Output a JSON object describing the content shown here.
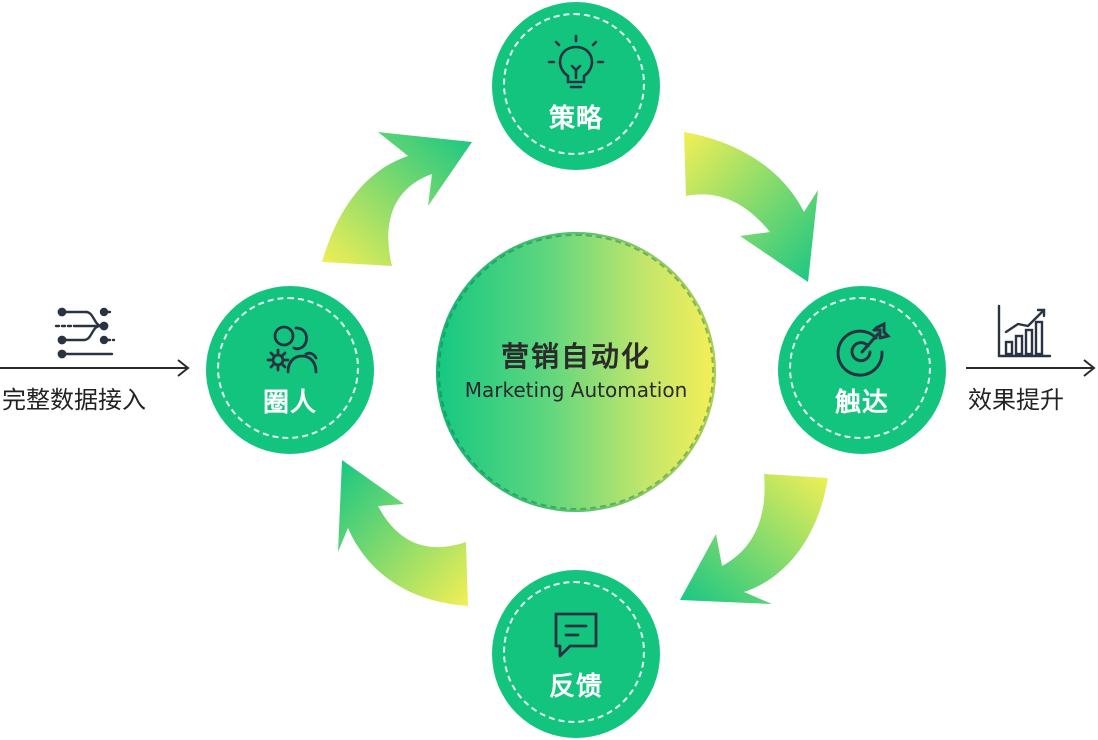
{
  "center": {
    "title": "营销自动化",
    "subtitle": "Marketing Automation"
  },
  "nodes": {
    "strategy": {
      "label": "策略",
      "icon": "lightbulb-icon"
    },
    "reach": {
      "label": "触达",
      "icon": "target-icon"
    },
    "feedback": {
      "label": "反馈",
      "icon": "message-icon"
    },
    "audience": {
      "label": "圈人",
      "icon": "users-icon"
    }
  },
  "input": {
    "label": "完整数据接入",
    "icon": "data-flow-icon"
  },
  "output": {
    "label": "效果提升",
    "icon": "bar-chart-rising-icon"
  },
  "colors": {
    "node_green": "#13c47f",
    "gradient_start": "#14c882",
    "gradient_end": "#f5ef56",
    "ink": "#222222"
  }
}
